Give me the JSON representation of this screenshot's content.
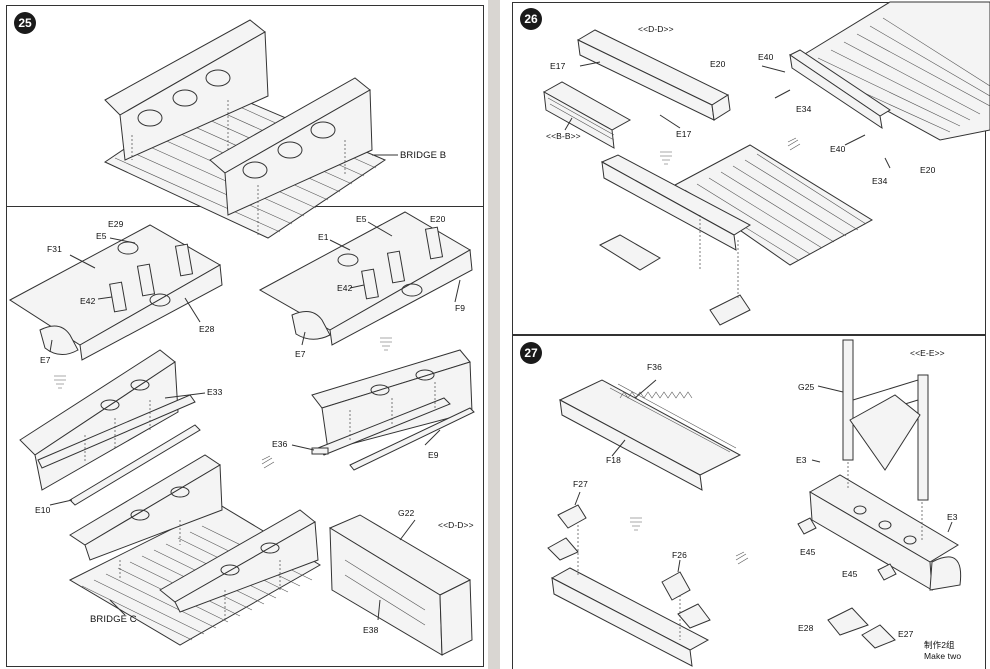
{
  "left_page": {
    "step25": {
      "number": "25"
    },
    "labels": {
      "bridge_b": "BRIDGE B",
      "bridge_c": "BRIDGE C",
      "e29": "E29",
      "e5_a": "E5",
      "f31": "F31",
      "e42_a": "E42",
      "e28": "E28",
      "e7_a": "E7",
      "e5_b": "E5",
      "e20": "E20",
      "e1": "E1",
      "e42_b": "E42",
      "f9": "F9",
      "e7_b": "E7",
      "e33": "E33",
      "e10": "E10",
      "e36": "E36",
      "e9": "E9",
      "g22": "G22",
      "dd": "<<D-D>>",
      "e38": "E38"
    }
  },
  "right_page": {
    "step26": {
      "number": "26"
    },
    "step27": {
      "number": "27"
    },
    "labels": {
      "dd": "<<D-D>>",
      "e17_a": "E17",
      "e17_b": "E17",
      "bb": "<<B-B>>",
      "e20_a": "E20",
      "e40_a": "E40",
      "e34_a": "E34",
      "e40_b": "E40",
      "e34_b": "E34",
      "e20_b": "E20",
      "f36": "F36",
      "f18": "F18",
      "f27": "F27",
      "f26": "F26",
      "ee": "<<E-E>>",
      "g25": "G25",
      "e3_a": "E3",
      "e3_b": "E3",
      "e45_a": "E45",
      "e45_b": "E45",
      "e28": "E28",
      "e27": "E27",
      "make_two_cn": "制作2组",
      "make_two": "Make two"
    }
  }
}
